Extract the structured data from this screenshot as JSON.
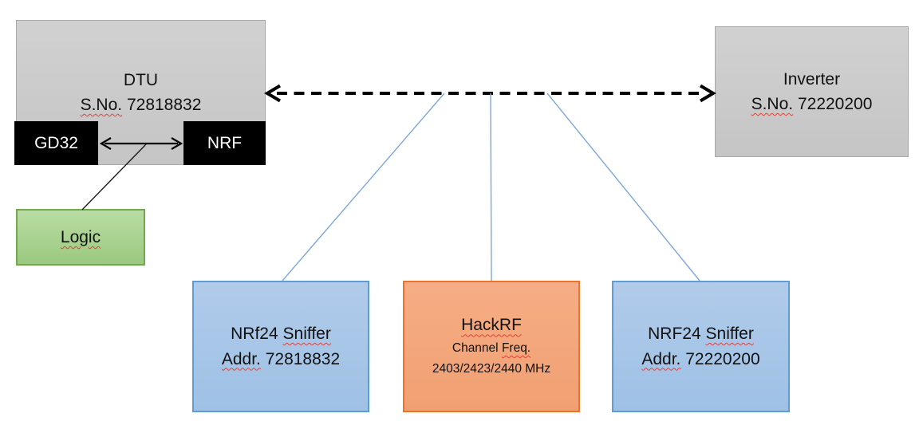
{
  "colors": {
    "canvas_bg": "#ffffff",
    "text": "#111111",
    "squiggle_red": "#e0413a",
    "gray_top": "#d1d1d1",
    "gray_bottom": "#c5c5c5",
    "gray_border": "#a8a8a8",
    "black_fill": "#000000",
    "black_text": "#ffffff",
    "green_top": "#b9dca4",
    "green_bottom": "#9bc980",
    "green_border": "#72a84f",
    "blue_top": "#b1cbea",
    "blue_bottom": "#9ec1e5",
    "blue_border": "#5e9cd3",
    "orange_top": "#f6ad85",
    "orange_bottom": "#f1a072",
    "orange_border": "#e9742e",
    "connector_blue": "#7ea6d8",
    "connector_black": "#000000"
  },
  "nodes": {
    "dtu": {
      "name": "DTU",
      "serial_label": "S.No.",
      "serial": "72818832"
    },
    "gd32": {
      "label": "GD32"
    },
    "nrf": {
      "label": "NRF"
    },
    "logic": {
      "label": "Logic"
    },
    "inverter": {
      "name": "Inverter",
      "serial_label": "S.No.",
      "serial": "72220200"
    },
    "sniffer_left": {
      "model": "NRf24",
      "role": "Sniffer",
      "addr_label": "Addr.",
      "addr": "72818832"
    },
    "hackrf": {
      "title": "HackRF",
      "freq_label_a": "Channel",
      "freq_label_b": "Freq.",
      "frequencies": "2403/2423/2440 MHz"
    },
    "sniffer_right": {
      "model": "NRF24",
      "role": "Sniffer",
      "addr_label": "Addr.",
      "addr": "72220200"
    }
  }
}
